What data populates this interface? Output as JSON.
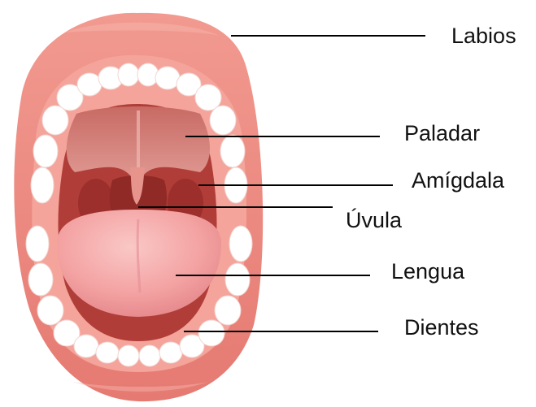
{
  "labels": {
    "lips": "Labios",
    "palate": "Paladar",
    "tonsil": "Amígdala",
    "uvula": "Úvula",
    "tongue": "Lengua",
    "teeth": "Dientes"
  },
  "colors": {
    "lip": "#ef8f86",
    "lip_dark": "#e57a72",
    "lip_light": "#f6b2a9",
    "gum": "#f4a49a",
    "gum_light": "#f9c2ba",
    "tooth": "#ffffff",
    "throat": "#b03d38",
    "palate": "#d9827b",
    "palate_light": "#e9a39c",
    "tonsil": "#9c2e2b",
    "tongue": "#f4a3a3",
    "tongue_light": "#f8c4c2",
    "leader_line": "#000000"
  },
  "icons": [
    "mouth-illustration"
  ]
}
